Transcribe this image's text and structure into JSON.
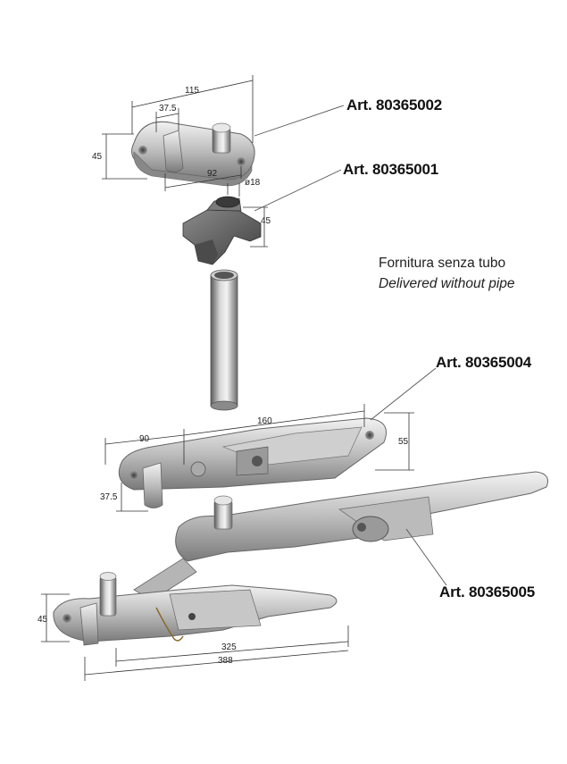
{
  "labels": {
    "art_80365002": "Art. 80365002",
    "art_80365001": "Art. 80365001",
    "art_80365004": "Art. 80365004",
    "art_80365005": "Art. 80365005"
  },
  "note": {
    "italian": "Fornitura senza tubo",
    "english": "Delivered without pipe"
  },
  "dimensions": {
    "plate_length": "115",
    "plate_offset": "37.5",
    "plate_height": "45",
    "plate_spacing": "92",
    "hub_diameter": "ø18",
    "hub_height": "45",
    "bracket_length": "160",
    "bracket_offset": "90",
    "bracket_height": "55",
    "bracket_pin": "37.5",
    "lever_height": "45",
    "lever_length_short": "325",
    "lever_length_total": "388"
  },
  "colors": {
    "metal_light": "#d9d9d9",
    "metal_mid": "#a9a9a9",
    "metal_dark": "#6f6f6f",
    "hub_dark": "#5e5e5e"
  }
}
